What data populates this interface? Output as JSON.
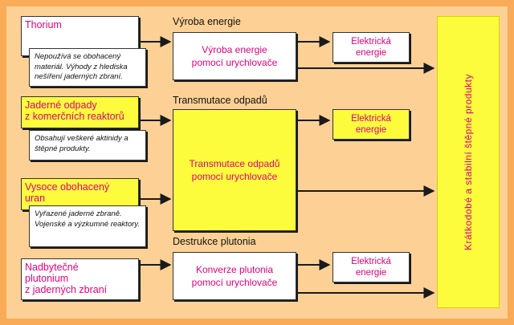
{
  "sections": {
    "energy": "Výroba energie",
    "transmutation": "Transmutace odpadů",
    "plutonium": "Destrukce plutonia"
  },
  "sources": {
    "thorium": {
      "label": "Thorium",
      "note": "Nepoužívá se obohacený\nmateriál. Výhody z hlediska\nnešíření jaderných zbraní."
    },
    "waste": {
      "label": "Jaderné odpady\nz komerčních reaktorů",
      "note": "Obsahují veškeré aktinidy\na štěpné produkty."
    },
    "uranium": {
      "label": "Vysoce obohacený\nuran",
      "note": "Vyřazené jaderné zbraně.\nVojenské a výzkumné\nreaktory."
    },
    "plutonium": {
      "label": "Nadbytečné\nplutonium\nz jaderných zbraní"
    }
  },
  "processes": {
    "energy": "Výroba energie\npomocí urychlovače",
    "transmutation": "Transmutace odpadů\npomocí urychlovače",
    "conversion": "Konverze plutonia\npomocí urychlovače"
  },
  "outputs": {
    "energy1": "Elektrická\nenergie",
    "energy2": "Elektrická\nenergie",
    "energy3": "Elektrická\nenergie"
  },
  "result": "Krátkodobé a stabilní štěpné produkty",
  "colors": {
    "frame": "#f9ab57",
    "background": "#fdd195",
    "highlight": "#fcfb3c",
    "text_accent": "#e2007a"
  }
}
